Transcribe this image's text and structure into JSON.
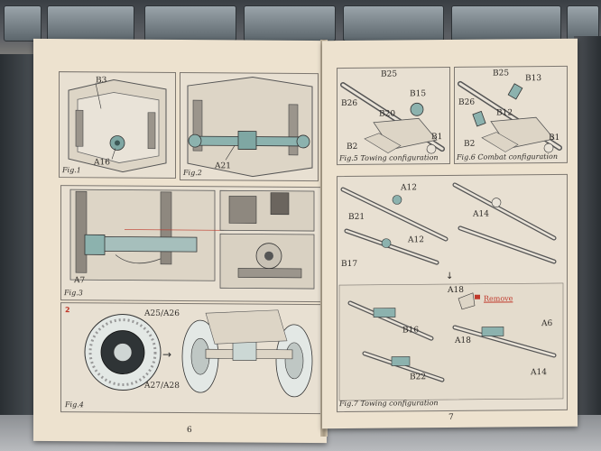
{
  "left_page": {
    "page_number": "6",
    "fig1": {
      "caption": "Fig.1",
      "labels": [
        "B3",
        "A16"
      ]
    },
    "fig2": {
      "caption": "Fig.2",
      "labels": [
        "A21"
      ]
    },
    "fig3": {
      "caption": "Fig.3",
      "labels": [
        "A7"
      ]
    },
    "fig4": {
      "caption": "Fig.4",
      "step_badge": "2",
      "labels": [
        "A25/A26",
        "A27/A28"
      ]
    }
  },
  "right_page": {
    "page_number": "7",
    "fig5": {
      "caption": "Fig.5  Towing configuration",
      "labels": [
        "B25",
        "B15",
        "B26",
        "B20",
        "B2",
        "B1"
      ]
    },
    "fig6": {
      "caption": "Fig.6  Combat configuration",
      "labels": [
        "B25",
        "B13",
        "B26",
        "B12",
        "B2",
        "B1"
      ]
    },
    "fig7": {
      "caption": "Fig.7  Towing configuration",
      "labels": [
        "A12",
        "B21",
        "A14",
        "A12",
        "B17",
        "A18",
        "B16",
        "A18",
        "A6",
        "B22",
        "A14"
      ],
      "remove_label": "Remove"
    }
  }
}
